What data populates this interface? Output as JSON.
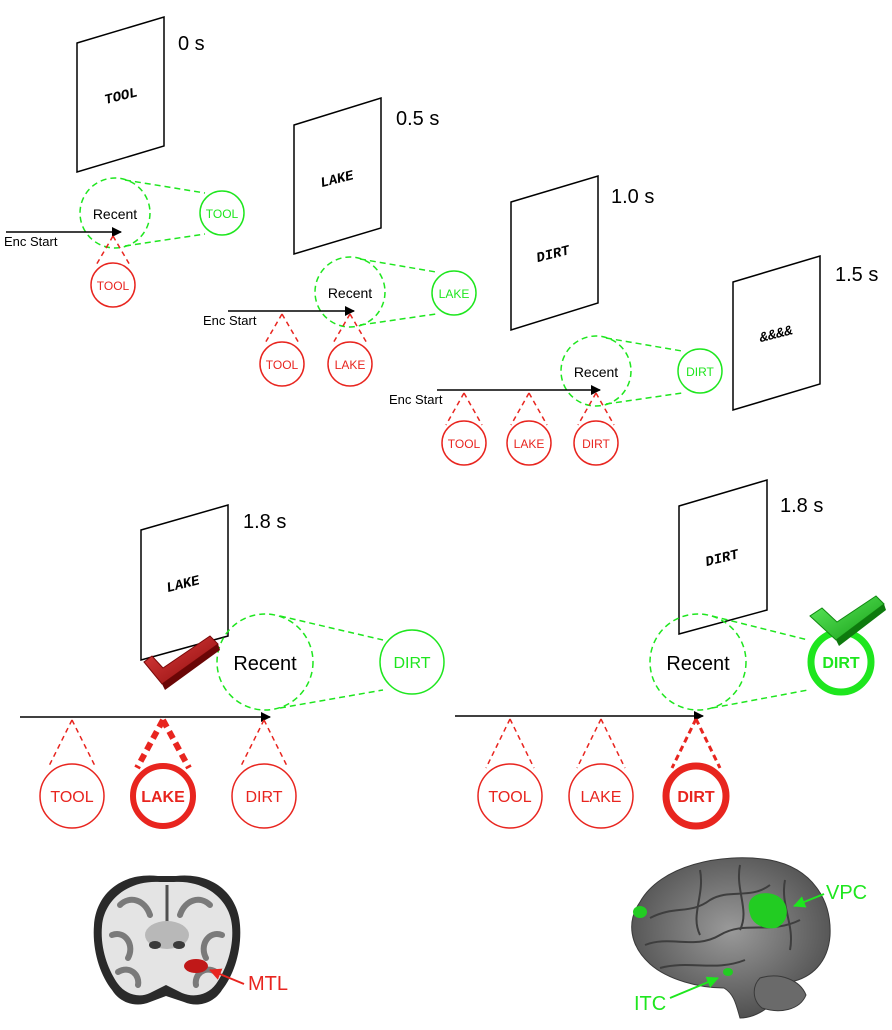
{
  "times": {
    "t0": "0 s",
    "t1": "0.5 s",
    "t2": "1.0 s",
    "t3": "1.5 s",
    "t4": "1.8 s",
    "t5": "1.8 s"
  },
  "stimuli": {
    "s0": "TOOL",
    "s1": "LAKE",
    "s2": "DIRT",
    "s3": "&&&&",
    "s4": "LAKE",
    "s5": "DIRT"
  },
  "labels": {
    "recent": "Recent",
    "enc_start": "Enc Start",
    "tool": "TOOL",
    "lake": "LAKE",
    "dirt": "DIRT"
  },
  "regions": {
    "mtl": "MTL",
    "vpc": "VPC",
    "itc": "ITC"
  },
  "colors": {
    "red": "#e8251f",
    "green": "#1ee61e",
    "black": "#000000",
    "dark_red": "#b01010",
    "dark_green": "#18b018"
  }
}
